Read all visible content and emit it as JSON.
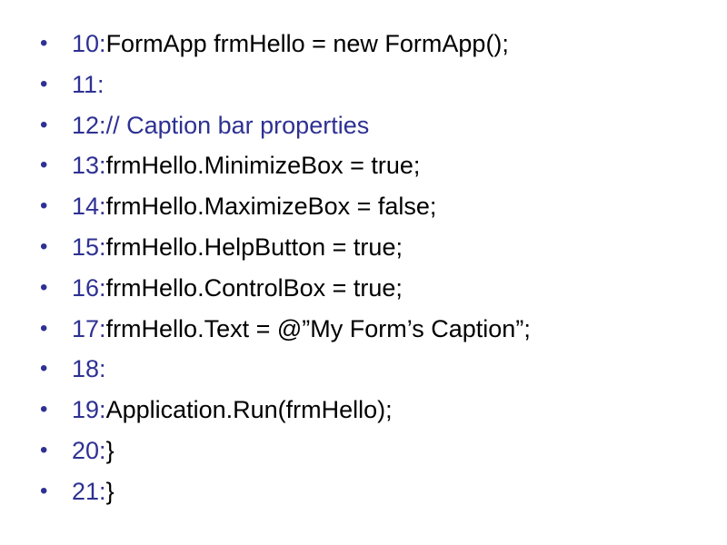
{
  "colors": {
    "accent": "#2e3192",
    "text": "#000000",
    "background": "#ffffff"
  },
  "bullet_glyph": "•",
  "lines": [
    {
      "num": "10",
      "code": "FormApp frmHello = new FormApp();",
      "comment": false
    },
    {
      "num": "11",
      "code": "",
      "comment": false
    },
    {
      "num": "12",
      "code": "// Caption bar properties",
      "comment": true
    },
    {
      "num": "13",
      "code": "frmHello.MinimizeBox = true;",
      "comment": false
    },
    {
      "num": "14",
      "code": "frmHello.MaximizeBox = false;",
      "comment": false
    },
    {
      "num": "15",
      "code": "frmHello.HelpButton = true;",
      "comment": false
    },
    {
      "num": "16",
      "code": "frmHello.ControlBox = true;",
      "comment": false
    },
    {
      "num": "17",
      "code": "frmHello.Text = @”My Form’s Caption”;",
      "comment": false
    },
    {
      "num": "18",
      "code": "",
      "comment": false
    },
    {
      "num": "19",
      "code": "Application.Run(frmHello);",
      "comment": false
    },
    {
      "num": "20",
      "code": "}",
      "comment": false
    },
    {
      "num": "21",
      "code": "}",
      "comment": false
    }
  ]
}
